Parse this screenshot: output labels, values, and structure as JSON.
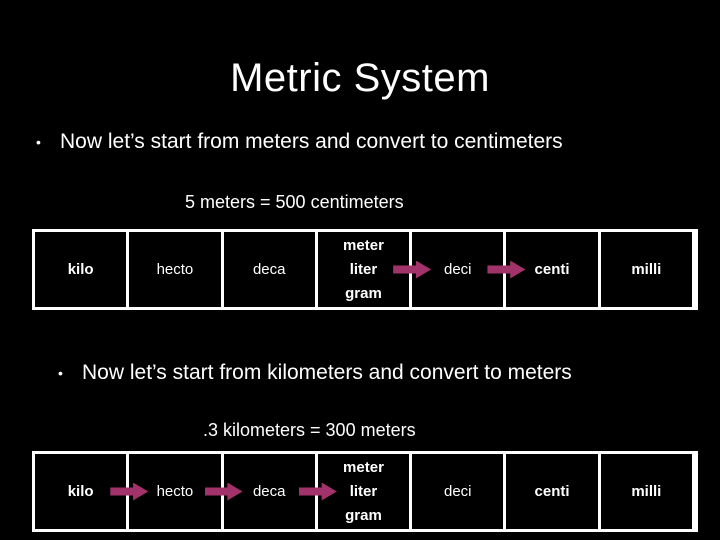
{
  "slide": {
    "title": "Metric System",
    "bullets": [
      {
        "marker": "•",
        "text": "Now let’s start from meters and convert to centimeters"
      },
      {
        "marker": "•",
        "text": "Now let’s start from kilometers and convert to meters"
      }
    ],
    "captions": [
      "5 meters = 500 centimeters",
      ".3 kilometers = 300 meters"
    ],
    "tables": [
      {
        "cells": [
          {
            "lines": [
              "kilo"
            ]
          },
          {
            "lines": [
              "hecto"
            ]
          },
          {
            "lines": [
              "deca"
            ]
          },
          {
            "lines": [
              "meter",
              "liter",
              "gram"
            ]
          },
          {
            "lines": [
              "deci"
            ]
          },
          {
            "lines": [
              "centi"
            ]
          },
          {
            "lines": [
              "milli"
            ]
          }
        ],
        "arrows_after_columns": [
          4,
          5
        ]
      },
      {
        "cells": [
          {
            "lines": [
              "kilo"
            ]
          },
          {
            "lines": [
              "hecto"
            ]
          },
          {
            "lines": [
              "deca"
            ]
          },
          {
            "lines": [
              "meter",
              "liter",
              "gram"
            ]
          },
          {
            "lines": [
              "deci"
            ]
          },
          {
            "lines": [
              "centi"
            ]
          },
          {
            "lines": [
              "milli"
            ]
          }
        ],
        "arrows_after_columns": [
          1,
          2,
          3
        ]
      }
    ],
    "colors": {
      "background": "#000000",
      "text": "#ffffff",
      "table_border": "#ffffff",
      "arrow": "#a2336a"
    }
  }
}
